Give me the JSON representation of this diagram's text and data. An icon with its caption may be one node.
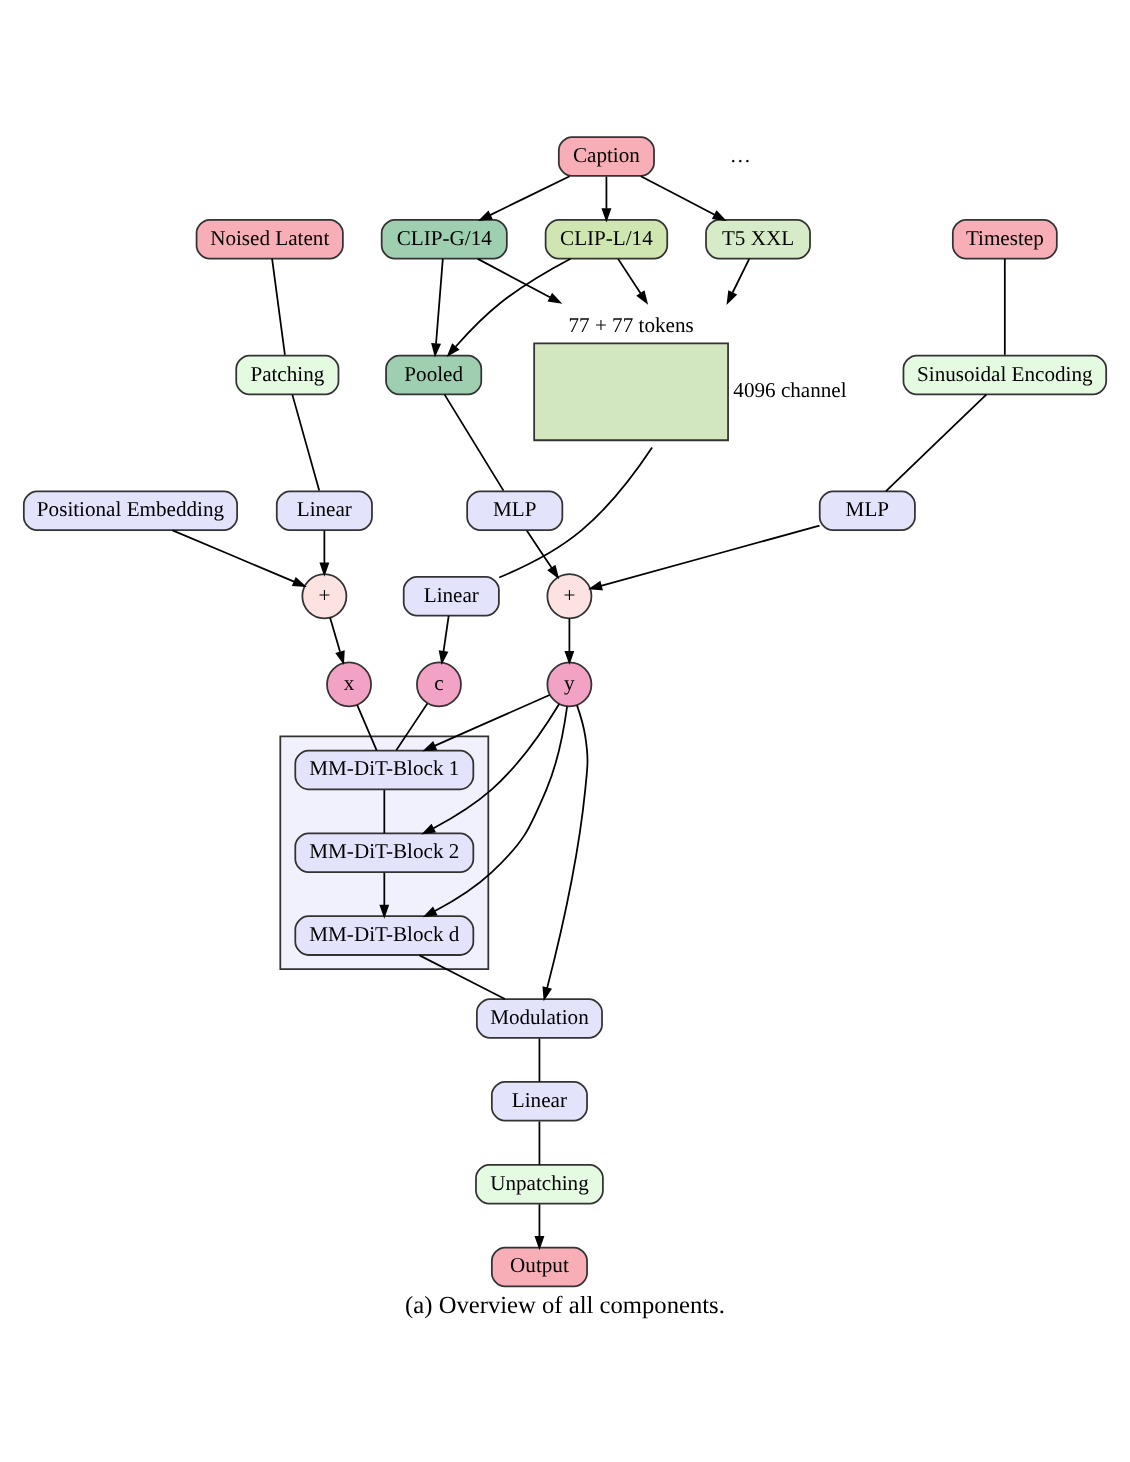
{
  "diagram": {
    "caption": "(a) Overview of all components.",
    "nodes": [
      {
        "text": [
          "Caption"
        ]
      },
      {
        "text": [
          "CLIP-G/14"
        ]
      },
      {
        "text": [
          "CLIP-L/14"
        ]
      },
      {
        "text": [
          "T5 XXL"
        ]
      },
      {
        "text": [
          "Pooled"
        ]
      },
      {
        "text": [],
        "shape": "box",
        "beside": [
          "77 + 77 tokens",
          "4096 channel"
        ]
      },
      {
        "text": [
          "Noised Latent"
        ]
      },
      {
        "text": [
          "Patching"
        ]
      },
      {
        "text": [
          "Linear"
        ]
      },
      {
        "text": [
          "Positional Embedding"
        ]
      },
      {
        "text": [
          "+"
        ]
      },
      {
        "text": [
          "MLP"
        ]
      },
      {
        "text": [
          "Linear"
        ]
      },
      {
        "text": [
          "+"
        ]
      },
      {
        "text": [
          "y"
        ]
      },
      {
        "text": [
          "c"
        ]
      },
      {
        "text": [
          "x"
        ]
      },
      {
        "text": [
          "MLP"
        ]
      },
      {
        "text": [
          "Sinusoidal Encoding"
        ]
      },
      {
        "text": [
          "Timestep"
        ]
      },
      {
        "text": [],
        "shape": "box"
      },
      {
        "text": [
          "MM-DiT-Block 1"
        ],
        "in": 20
      },
      {
        "text": [
          "MM-DiT-Block 2"
        ],
        "in": 20
      },
      {
        "text": [
          "MM-DiT-Block d"
        ],
        "in": 20
      },
      {
        "text": [
          "Modulation"
        ]
      },
      {
        "text": [
          "Linear"
        ]
      },
      {
        "text": [
          "Unpatching"
        ]
      },
      {
        "text": [
          "Output"
        ]
      }
    ],
    "edges": [
      {
        "from": 0,
        "to": 1,
        "arrow": "to"
      },
      {
        "from": 0,
        "to": 2,
        "arrow": "to"
      },
      {
        "from": 0,
        "to": 3,
        "arrow": "to"
      },
      {
        "from": 1,
        "to": 4,
        "arrow": "to"
      },
      {
        "from": 1,
        "to": 5,
        "arrow": "to"
      },
      {
        "from": 2,
        "to": 4,
        "arrow": "to"
      },
      {
        "from": 2,
        "to": 5,
        "arrow": "to"
      },
      {
        "from": 3,
        "to": 5,
        "arrow": "to"
      },
      {
        "from": 4,
        "to": 11,
        "arrow": "none"
      },
      {
        "from": 5,
        "to": 12,
        "arrow": "none"
      },
      {
        "from": 6,
        "to": 7,
        "arrow": "none"
      },
      {
        "from": 7,
        "to": 8,
        "arrow": "none"
      },
      {
        "from": 8,
        "to": 10,
        "arrow": "to"
      },
      {
        "from": 9,
        "to": 10,
        "arrow": "to"
      },
      {
        "from": 11,
        "to": 13,
        "arrow": "to"
      },
      {
        "from": 12,
        "to": 15,
        "arrow": "to"
      },
      {
        "from": 10,
        "to": 16,
        "arrow": "to"
      },
      {
        "from": 19,
        "to": 18,
        "arrow": "none"
      },
      {
        "from": 18,
        "to": 17,
        "arrow": "none"
      },
      {
        "from": 17,
        "to": 13,
        "arrow": "to"
      },
      {
        "from": 13,
        "to": 14,
        "arrow": "to"
      },
      {
        "from": 14,
        "to": 21,
        "arrow": "to"
      },
      {
        "from": 14,
        "to": 22,
        "arrow": "to"
      },
      {
        "from": 14,
        "to": 23,
        "arrow": "to"
      },
      {
        "from": 14,
        "to": 24,
        "arrow": "to"
      },
      {
        "from": 15,
        "to": 21,
        "arrow": "none"
      },
      {
        "from": 16,
        "to": 21,
        "arrow": "none"
      },
      {
        "from": 21,
        "to": 22,
        "arrow": "none"
      },
      {
        "from": 22,
        "to": 23,
        "arrow": "to"
      },
      {
        "from": 23,
        "to": 24,
        "arrow": "none"
      },
      {
        "from": 24,
        "to": 25,
        "arrow": "none"
      },
      {
        "from": 25,
        "to": 26,
        "arrow": "none"
      },
      {
        "from": 26,
        "to": 27,
        "arrow": "to"
      }
    ],
    "labels": [
      "…"
    ]
  }
}
